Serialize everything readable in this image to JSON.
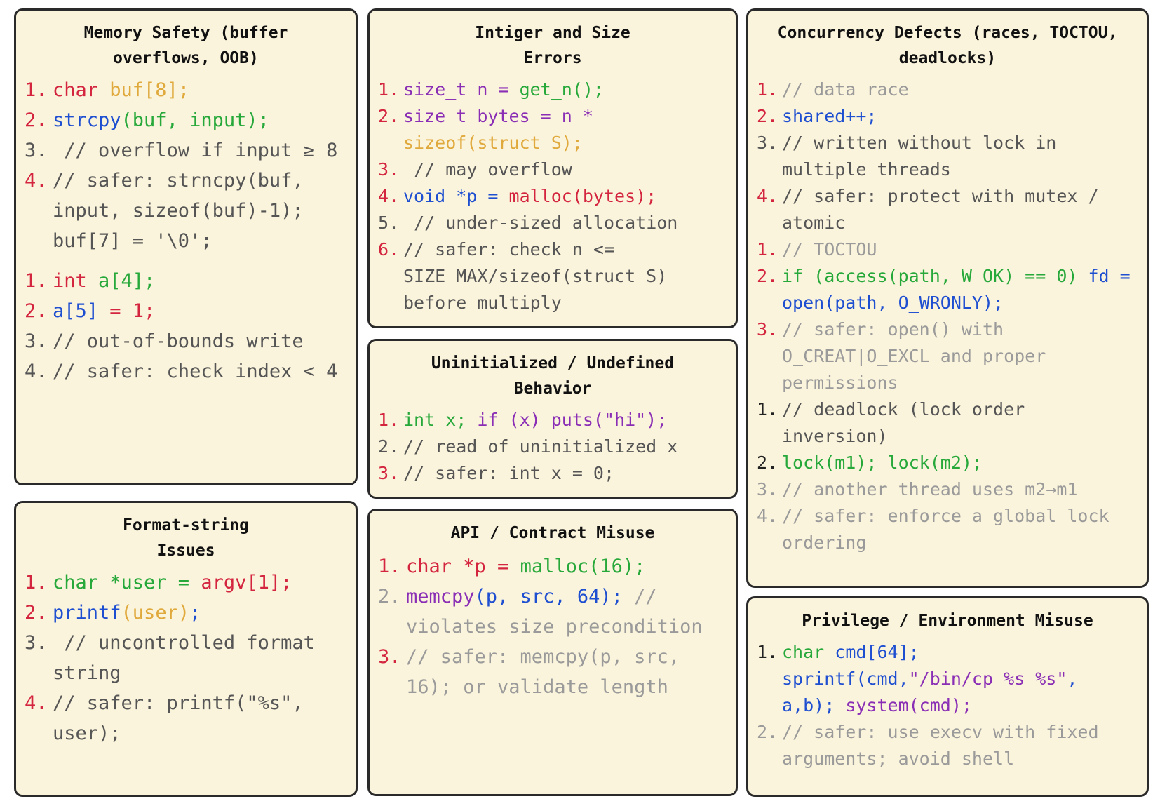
{
  "colors": {
    "card_bg": "#fbf4dc",
    "border": "#2a2a2a",
    "red": "#d4253f",
    "blue": "#1f4fd1",
    "green": "#27a83a",
    "orange": "#e0a93c",
    "purple": "#8a2fb5",
    "gray": "#555555",
    "lightgray": "#9a9a9a"
  },
  "cards": {
    "memory": {
      "title": "Memory Safety (buffer\noverflows, OOB)",
      "lines": [
        {
          "num": "1.",
          "num_color": "red",
          "segments": [
            {
              "text": "char ",
              "color": "red"
            },
            {
              "text": "buf[8];",
              "color": "orange"
            }
          ]
        },
        {
          "num": "2.",
          "num_color": "red",
          "segments": [
            {
              "text": "strcpy",
              "color": "blue"
            },
            {
              "text": "(buf, input);",
              "color": "green"
            }
          ]
        },
        {
          "num": "3.",
          "num_color": "gray",
          "segments": [
            {
              "text": " // overflow if input ≥ 8",
              "color": "gray"
            }
          ]
        },
        {
          "num": "4.",
          "num_color": "red",
          "segments": [
            {
              "text": "// safer: strncpy(buf, input, sizeof(buf)-1); buf[7] = '\\0';",
              "color": "gray"
            }
          ]
        },
        {
          "gap": true
        },
        {
          "num": "1.",
          "num_color": "red",
          "segments": [
            {
              "text": "int ",
              "color": "red"
            },
            {
              "text": "a[4];",
              "color": "green"
            }
          ]
        },
        {
          "num": "2.",
          "num_color": "red",
          "segments": [
            {
              "text": "a[5]",
              "color": "blue"
            },
            {
              "text": " = 1;",
              "color": "red"
            }
          ]
        },
        {
          "num": "3.",
          "num_color": "gray",
          "segments": [
            {
              "text": "// out-of-bounds write",
              "color": "gray"
            }
          ]
        },
        {
          "num": "4.",
          "num_color": "gray",
          "segments": [
            {
              "text": "// safer: check index < 4",
              "color": "gray"
            }
          ]
        }
      ]
    },
    "format": {
      "title": "Format-string\nIssues",
      "lines": [
        {
          "num": "1.",
          "num_color": "red",
          "segments": [
            {
              "text": "char *user = ",
              "color": "green"
            },
            {
              "text": "argv[1];",
              "color": "red"
            }
          ]
        },
        {
          "num": "2.",
          "num_color": "red",
          "segments": [
            {
              "text": "printf",
              "color": "blue"
            },
            {
              "text": "(user)",
              "color": "orange"
            },
            {
              "text": ";",
              "color": "blue"
            }
          ]
        },
        {
          "num": "3.",
          "num_color": "gray",
          "segments": [
            {
              "text": " // uncontrolled format string",
              "color": "gray"
            }
          ]
        },
        {
          "num": "4.",
          "num_color": "red",
          "segments": [
            {
              "text": "// safer: printf(\"%s\", user);",
              "color": "gray"
            }
          ]
        }
      ]
    },
    "integer": {
      "title": "Intiger and  Size\nErrors",
      "lines": [
        {
          "num": "1.",
          "num_color": "red",
          "segments": [
            {
              "text": "size_t n = ",
              "color": "purple"
            },
            {
              "text": "get_n();",
              "color": "green"
            }
          ]
        },
        {
          "num": "2.",
          "num_color": "red",
          "segments": [
            {
              "text": "size_t bytes = n * ",
              "color": "purple"
            },
            {
              "text": "sizeof(struct S);",
              "color": "orange"
            }
          ]
        },
        {
          "num": "3.",
          "num_color": "red",
          "segments": [
            {
              "text": " // may overflow",
              "color": "gray"
            }
          ]
        },
        {
          "num": "4.",
          "num_color": "red",
          "segments": [
            {
              "text": "void *p = ",
              "color": "blue"
            },
            {
              "text": "malloc(bytes);",
              "color": "red"
            }
          ]
        },
        {
          "num": "5.",
          "num_color": "gray",
          "segments": [
            {
              "text": " // under-sized allocation",
              "color": "gray"
            }
          ]
        },
        {
          "num": "6.",
          "num_color": "red",
          "segments": [
            {
              "text": "// safer: check n <= SIZE_MAX/sizeof(struct S) before multiply",
              "color": "gray"
            }
          ]
        }
      ]
    },
    "uninit": {
      "title": "Uninitialized / Undefined\nBehavior",
      "lines": [
        {
          "num": "1.",
          "num_color": "red",
          "segments": [
            {
              "text": "int x; ",
              "color": "green"
            },
            {
              "text": "if (x) puts(\"hi\");",
              "color": "purple"
            }
          ]
        },
        {
          "num": "2.",
          "num_color": "gray",
          "segments": [
            {
              "text": "// read of uninitialized x",
              "color": "gray"
            }
          ]
        },
        {
          "num": "3.",
          "num_color": "red",
          "segments": [
            {
              "text": "// safer: int x = 0;",
              "color": "gray"
            }
          ]
        }
      ]
    },
    "api": {
      "title": "API / Contract Misuse",
      "lines": [
        {
          "num": "1.",
          "num_color": "red",
          "segments": [
            {
              "text": "char *p = ",
              "color": "red"
            },
            {
              "text": "malloc(16);",
              "color": "green"
            }
          ]
        },
        {
          "num": "2.",
          "num_color": "lightgray",
          "segments": [
            {
              "text": "memcpy",
              "color": "purple"
            },
            {
              "text": "(p, src, 64);",
              "color": "blue"
            },
            {
              "text": " // violates size precondition",
              "color": "lightgray"
            }
          ]
        },
        {
          "num": "3.",
          "num_color": "red",
          "segments": [
            {
              "text": "// safer: memcpy(p, src, 16); or validate length",
              "color": "lightgray"
            }
          ]
        }
      ]
    },
    "concurrency": {
      "title": "Concurrency Defects (races, TOCTOU,\ndeadlocks)",
      "lines": [
        {
          "num": "1.",
          "num_color": "red",
          "segments": [
            {
              "text": "// data race",
              "color": "lightgray"
            }
          ]
        },
        {
          "num": "2.",
          "num_color": "red",
          "segments": [
            {
              "text": "shared++;",
              "color": "blue"
            }
          ]
        },
        {
          "num": "3.",
          "num_color": "gray",
          "segments": [
            {
              "text": "// written without lock in multiple threads",
              "color": "gray"
            }
          ]
        },
        {
          "num": "4.",
          "num_color": "red",
          "segments": [
            {
              "text": "// safer: protect with mutex / atomic",
              "color": "gray"
            }
          ]
        },
        {
          "num": "1.",
          "num_color": "red",
          "segments": [
            {
              "text": "// TOCTOU",
              "color": "lightgray"
            }
          ]
        },
        {
          "num": "2.",
          "num_color": "red",
          "segments": [
            {
              "text": "if (access(path, W_OK) == 0) ",
              "color": "green"
            },
            {
              "text": "fd = open(path, O_WRONLY);",
              "color": "blue"
            }
          ]
        },
        {
          "num": "3.",
          "num_color": "red",
          "segments": [
            {
              "text": "// safer: open() with O_CREAT|O_EXCL and proper permissions",
              "color": "lightgray"
            }
          ]
        },
        {
          "num": "1.",
          "num_color": "dark",
          "segments": [
            {
              "text": "// deadlock (lock order inversion)",
              "color": "gray"
            }
          ]
        },
        {
          "num": "2.",
          "num_color": "dark",
          "segments": [
            {
              "text": "lock(m1); lock(m2);",
              "color": "green"
            }
          ]
        },
        {
          "num": "3.",
          "num_color": "lightgray",
          "segments": [
            {
              "text": "// another thread uses m2→m1",
              "color": "lightgray"
            }
          ]
        },
        {
          "num": "4.",
          "num_color": "lightgray",
          "segments": [
            {
              "text": "// safer: enforce a global lock ordering",
              "color": "lightgray"
            }
          ]
        }
      ]
    },
    "privilege": {
      "title": "Privilege / Environment Misuse",
      "lines": [
        {
          "num": "1.",
          "num_color": "dark",
          "segments": [
            {
              "text": "char ",
              "color": "green"
            },
            {
              "text": "cmd[64]; sprintf(cmd,",
              "color": "blue"
            },
            {
              "text": "\"/bin/cp %s %s\"",
              "color": "purple"
            },
            {
              "text": ", a,b); ",
              "color": "blue"
            },
            {
              "text": "system(cmd);",
              "color": "purple"
            }
          ]
        },
        {
          "num": "2.",
          "num_color": "lightgray",
          "segments": [
            {
              "text": "// safer: use execv with fixed arguments; avoid shell",
              "color": "lightgray"
            }
          ]
        }
      ]
    }
  }
}
